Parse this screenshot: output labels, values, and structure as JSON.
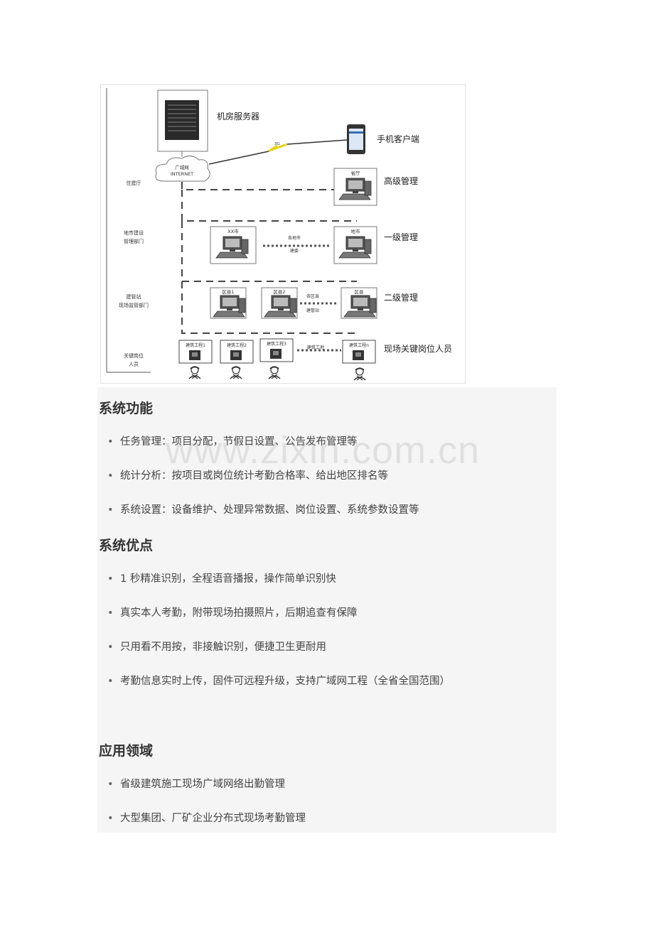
{
  "diagram": {
    "server_label": "机房服务器",
    "phone_label": "手机客户端",
    "network_label_1": "广域网",
    "network_label_2": "INTERNET",
    "link_label": "3G",
    "levels": [
      {
        "left": "住建厅",
        "right": "高级管理"
      },
      {
        "left_1": "地市建设",
        "left_2": "管理部门",
        "right": "一级管理"
      },
      {
        "left_1": "建管站",
        "left_2": "现场监管部门",
        "right": "二级管理"
      },
      {
        "left_1": "关键岗位",
        "left_2": "人员",
        "right": "现场关键岗位人员"
      }
    ],
    "pc_top": "省厅",
    "pc_city_a": "XX市",
    "pc_city_b": "地市",
    "city_link_1": "各地市",
    "city_link_2": "建委",
    "pc_district": [
      "区县1",
      "区县2",
      "区县"
    ],
    "district_link_1": "各区县",
    "district_link_2": "建管站",
    "sites": [
      "建筑工程1",
      "建筑工程2",
      "建筑工程3",
      "建筑工程n"
    ],
    "site_link": "建筑工地"
  },
  "sections": [
    {
      "title": "系统功能",
      "items": [
        "任务管理：项目分配，节假日设置、公告发布管理等",
        "统计分析：按项目或岗位统计考勤合格率、给出地区排名等",
        "系统设置：设备维护、处理异常数据、岗位设置、系统参数设置等"
      ]
    },
    {
      "title": "系统优点",
      "items": [
        "1 秒精准识别，全程语音播报，操作简单识别快",
        "真实本人考勤，附带现场拍摄照片，后期追查有保障",
        "只用看不用按，非接触识别，便捷卫生更耐用",
        "考勤信息实时上传，固件可远程升级，支持广域网工程（全省全国范围）"
      ]
    },
    {
      "title": "应用领域",
      "items": [
        "省级建筑施工现场广域网络出勤管理",
        "大型集团、厂矿企业分布式现场考勤管理"
      ]
    }
  ],
  "bullet": "•",
  "watermark": "www.zixin.com.cn"
}
